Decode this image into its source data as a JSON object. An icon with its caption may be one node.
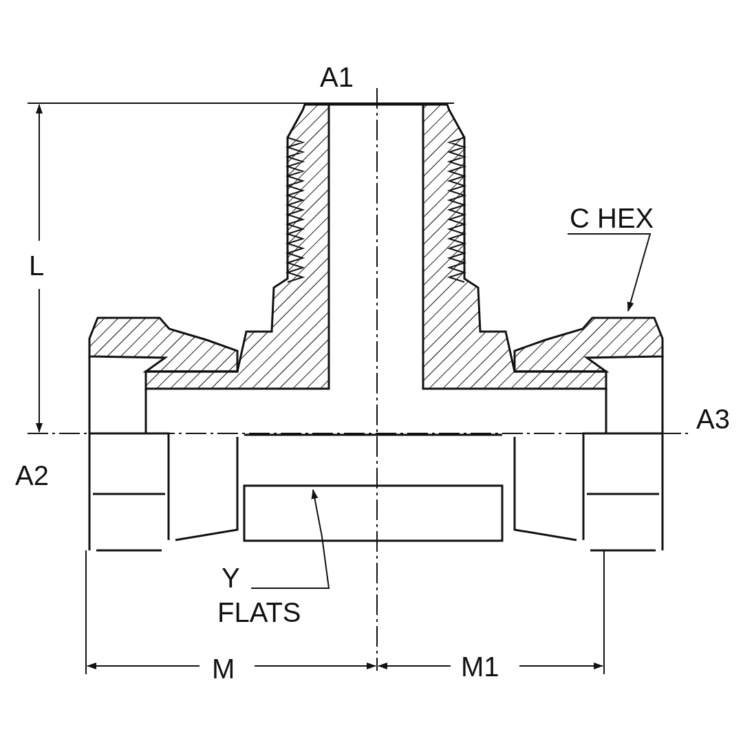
{
  "diagram": {
    "nodes": [
      {
        "text": [
          "C HEX"
        ]
      },
      {
        "text": [],
        "shape": "box"
      },
      {
        "text": [
          "Y FLATS"
        ]
      },
      {
        "text": [],
        "shape": "box"
      }
    ],
    "edges": [
      {
        "from": 0,
        "to": 1,
        "arrow": "to"
      },
      {
        "from": 2,
        "to": 3,
        "arrow": "to"
      }
    ],
    "labels": [
      "A1",
      "L",
      "A3",
      "A2",
      "M",
      "M1"
    ]
  }
}
